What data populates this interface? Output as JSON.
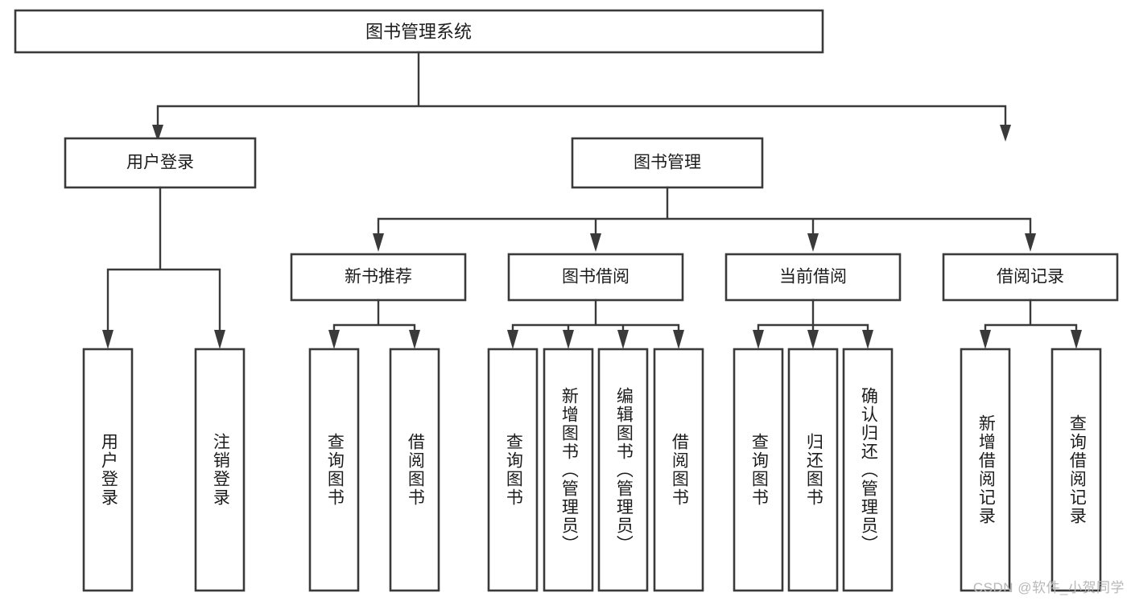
{
  "diagram": {
    "type": "hierarchy-tree",
    "title": "图书管理系统",
    "watermark": "CSDN @软件_小贺同学",
    "colors": {
      "stroke": "#3a3a3a",
      "fill": "#ffffff",
      "text": "#1c1c1c",
      "watermark": "#b8b8b8"
    },
    "levels": {
      "root": {
        "label": "图书管理系统"
      },
      "level2": [
        {
          "label": "用户登录"
        },
        {
          "label": "图书管理"
        }
      ],
      "level3": [
        {
          "label": "新书推荐"
        },
        {
          "label": "图书借阅"
        },
        {
          "label": "当前借阅"
        },
        {
          "label": "借阅记录"
        }
      ],
      "leaves": {
        "user_login": [
          {
            "label": "用户登录"
          },
          {
            "label": "注销登录"
          }
        ],
        "new_book_recommend": [
          {
            "label": "查询图书"
          },
          {
            "label": "借阅图书"
          }
        ],
        "book_borrow": [
          {
            "label": "查询图书"
          },
          {
            "label": "新增图书（管理员）"
          },
          {
            "label": "编辑图书（管理员）"
          },
          {
            "label": "借阅图书"
          }
        ],
        "current_borrow": [
          {
            "label": "查询图书"
          },
          {
            "label": "归还图书"
          },
          {
            "label": "确认归还（管理员）"
          }
        ],
        "borrow_record": [
          {
            "label": "新增借阅记录"
          },
          {
            "label": "查询借阅记录"
          }
        ]
      }
    }
  }
}
